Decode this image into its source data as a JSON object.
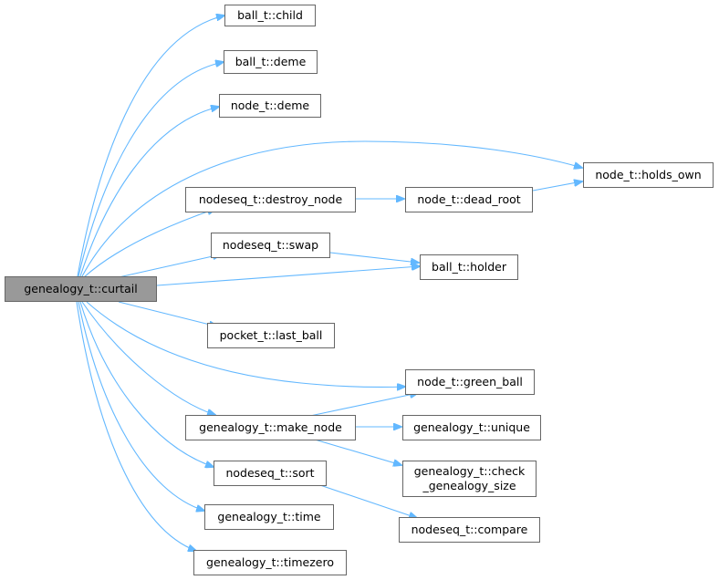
{
  "diagram": {
    "title": "",
    "colors": {
      "edge": "#63b8ff",
      "node_border": "#666666",
      "root_fill": "#999999",
      "node_fill": "#ffffff"
    },
    "root": "genealogy_t::curtail",
    "nodes": [
      {
        "id": "root",
        "label": "genealogy_t::curtail"
      },
      {
        "id": "ball_child",
        "label": "ball_t::child"
      },
      {
        "id": "ball_deme",
        "label": "ball_t::deme"
      },
      {
        "id": "node_deme",
        "label": "node_t::deme"
      },
      {
        "id": "holds_own",
        "label": "node_t::holds_own"
      },
      {
        "id": "destroy_node",
        "label": "nodeseq_t::destroy_node"
      },
      {
        "id": "dead_root",
        "label": "node_t::dead_root"
      },
      {
        "id": "swap",
        "label": "nodeseq_t::swap"
      },
      {
        "id": "holder",
        "label": "ball_t::holder"
      },
      {
        "id": "last_ball",
        "label": "pocket_t::last_ball"
      },
      {
        "id": "green_ball",
        "label": "node_t::green_ball"
      },
      {
        "id": "make_node",
        "label": "genealogy_t::make_node"
      },
      {
        "id": "unique",
        "label": "genealogy_t::unique"
      },
      {
        "id": "check_size",
        "label_line1": "genealogy_t::check",
        "label_line2": "_genealogy_size"
      },
      {
        "id": "sort",
        "label": "nodeseq_t::sort"
      },
      {
        "id": "compare",
        "label": "nodeseq_t::compare"
      },
      {
        "id": "time",
        "label": "genealogy_t::time"
      },
      {
        "id": "timezero",
        "label": "genealogy_t::timezero"
      }
    ],
    "edges": [
      [
        "root",
        "ball_child"
      ],
      [
        "root",
        "ball_deme"
      ],
      [
        "root",
        "node_deme"
      ],
      [
        "root",
        "holds_own"
      ],
      [
        "root",
        "destroy_node"
      ],
      [
        "root",
        "swap"
      ],
      [
        "root",
        "holder"
      ],
      [
        "root",
        "last_ball"
      ],
      [
        "root",
        "green_ball"
      ],
      [
        "root",
        "make_node"
      ],
      [
        "root",
        "sort"
      ],
      [
        "root",
        "time"
      ],
      [
        "root",
        "timezero"
      ],
      [
        "destroy_node",
        "dead_root"
      ],
      [
        "dead_root",
        "holds_own"
      ],
      [
        "swap",
        "holder"
      ],
      [
        "make_node",
        "green_ball"
      ],
      [
        "make_node",
        "unique"
      ],
      [
        "make_node",
        "check_size"
      ],
      [
        "sort",
        "compare"
      ]
    ]
  }
}
